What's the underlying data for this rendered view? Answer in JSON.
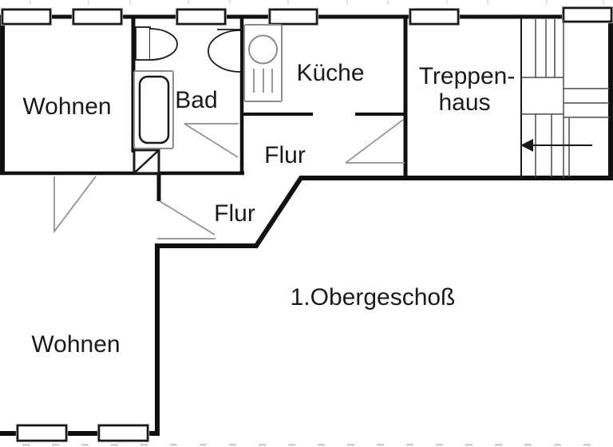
{
  "figure": {
    "type": "floor-plan",
    "floor_label": "1.Obergeschoß"
  },
  "rooms": {
    "wohnen_upper": "Wohnen",
    "bad": "Bad",
    "kueche": "Küche",
    "treppenhaus_line1": "Treppen-",
    "treppenhaus_line2": "haus",
    "flur_upper": "Flur",
    "flur_lower": "Flur",
    "wohnen_lower": "Wohnen"
  },
  "icons": {
    "toilet-icon": "rect-with-half-ellipse-bowl",
    "washbasin-icon": "half-ellipse-against-wall",
    "bathtub-icon": "double-rounded-rect",
    "kitchen-sink-icon": "rect-with-circle-and-drainer-lines",
    "stair-direction-arrow-icon": "left-pointing-arrow",
    "window-icon": "wall-rectangle",
    "door-swing-icon": "gray-triangle",
    "shaft-icon": "square-with-diagonal"
  },
  "colors": {
    "ink": "#1a1a1a",
    "wall": "#111111",
    "door-swing": "#8f8f8f",
    "fixture": "#8a8a8a",
    "stair-line": "#4d4d4d",
    "window-halo": "#bfbfbf",
    "background": "#ffffff",
    "artifact-top": "#e4e4e4",
    "artifact-bottom": "#cccccc"
  }
}
